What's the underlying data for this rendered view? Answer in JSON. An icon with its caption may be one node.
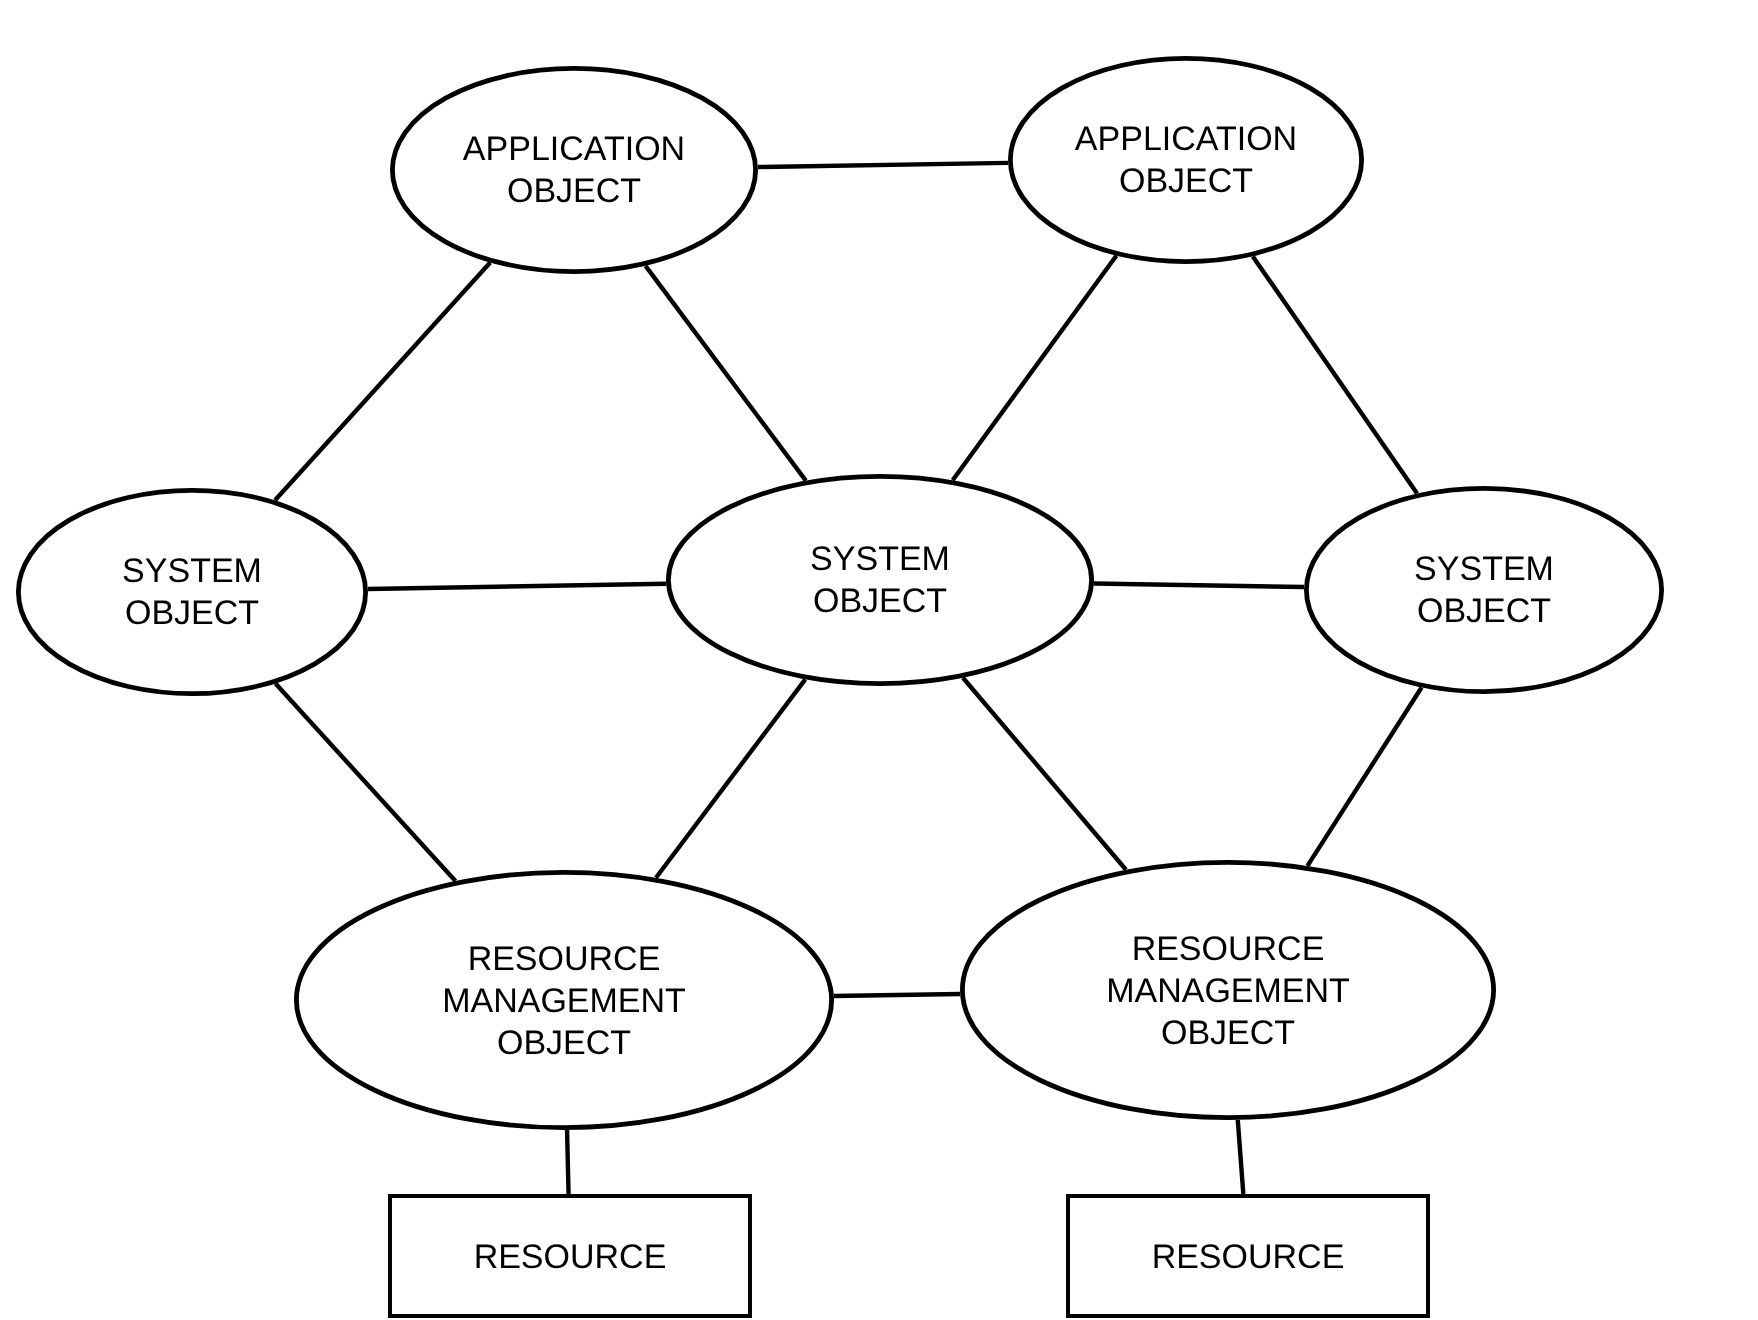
{
  "diagram": {
    "nodes": [
      {
        "text": [
          "APPLICATION OBJECT"
        ]
      },
      {
        "text": [
          "APPLICATION OBJECT"
        ]
      },
      {
        "text": [
          "SYSTEM OBJECT"
        ]
      },
      {
        "text": [
          "SYSTEM OBJECT"
        ]
      },
      {
        "text": [
          "SYSTEM OBJECT"
        ]
      },
      {
        "text": [
          "RESOURCE MANAGEMENT OBJECT"
        ]
      },
      {
        "text": [
          "RESOURCE MANAGEMENT OBJECT"
        ]
      },
      {
        "text": [
          "RESOURCE"
        ]
      },
      {
        "text": [
          "RESOURCE"
        ]
      }
    ],
    "edges": [
      {
        "from": 0,
        "to": 1,
        "arrow": "none"
      },
      {
        "from": 0,
        "to": 2,
        "arrow": "none"
      },
      {
        "from": 0,
        "to": 3,
        "arrow": "none"
      },
      {
        "from": 1,
        "to": 3,
        "arrow": "none"
      },
      {
        "from": 1,
        "to": 4,
        "arrow": "none"
      },
      {
        "from": 2,
        "to": 3,
        "arrow": "none"
      },
      {
        "from": 3,
        "to": 4,
        "arrow": "none"
      },
      {
        "from": 2,
        "to": 5,
        "arrow": "none"
      },
      {
        "from": 3,
        "to": 5,
        "arrow": "none"
      },
      {
        "from": 3,
        "to": 6,
        "arrow": "none"
      },
      {
        "from": 4,
        "to": 6,
        "arrow": "none"
      },
      {
        "from": 5,
        "to": 6,
        "arrow": "none"
      },
      {
        "from": 5,
        "to": 7,
        "arrow": "none"
      },
      {
        "from": 6,
        "to": 8,
        "arrow": "none"
      }
    ]
  }
}
